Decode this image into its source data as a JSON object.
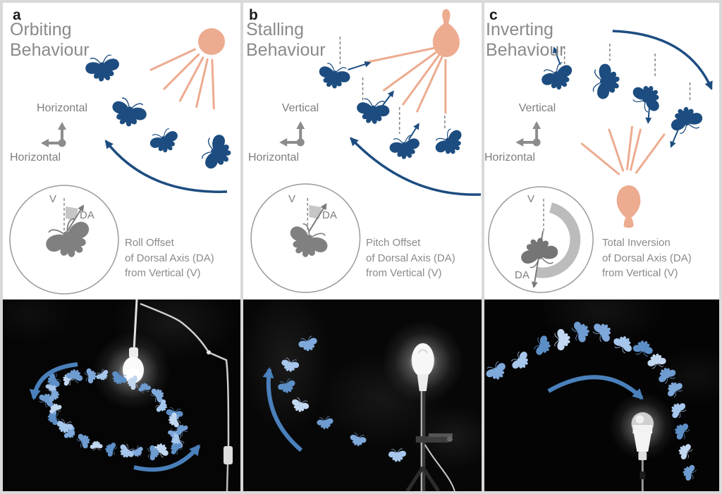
{
  "panels": [
    {
      "label": "a",
      "title": "Orbiting\nBehaviour",
      "axis_up": "Horizontal",
      "axis_left": "Horizontal",
      "inset": {
        "v": "V",
        "da": "DA",
        "caption": "Roll Offset\nof Dorsal Axis (DA)\nfrom Vertical (V)"
      }
    },
    {
      "label": "b",
      "title": "Stalling\nBehaviour",
      "axis_up": "Vertical",
      "axis_left": "Horizontal",
      "inset": {
        "v": "V",
        "da": "DA",
        "caption": "Pitch Offset\nof Dorsal Axis (DA)\nfrom Vertical (V)"
      }
    },
    {
      "label": "c",
      "title": "Inverting\nBehaviour",
      "axis_up": "Vertical",
      "axis_left": "Horizontal",
      "inset": {
        "v": "V",
        "da": "DA",
        "caption": "Total Inversion\nof Dorsal Axis (DA)\nfrom Vertical (V)"
      }
    }
  ],
  "colors": {
    "moth_navy": "#1d4d80",
    "light_peach": "#edab90",
    "annotation_gray": "#8a8a8a",
    "photo_arrow_blue": "#4a80bb",
    "photo_moth_blue": "#7fa9db"
  }
}
